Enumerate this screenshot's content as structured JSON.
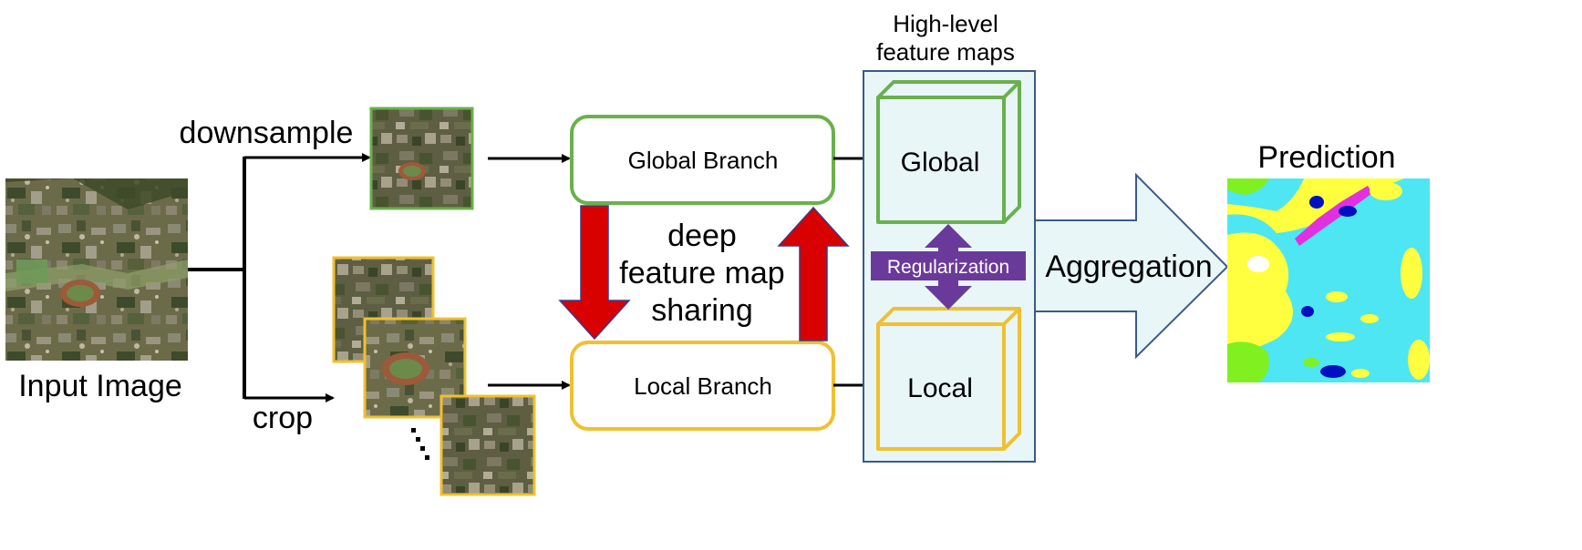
{
  "labels": {
    "downsample": "downsample",
    "crop": "crop",
    "input_image": "Input Image",
    "global_branch": "Global Branch",
    "local_branch": "Local Branch",
    "sharing_line1": "deep",
    "sharing_line2": "feature map",
    "sharing_line3": "sharing",
    "high_level_line1": "High-level",
    "high_level_line2": "feature maps",
    "global": "Global",
    "local": "Local",
    "regularization": "Regularization",
    "aggregation": "Aggregation",
    "prediction": "Prediction"
  },
  "colors": {
    "global_green": "#6ab04c",
    "local_yellow": "#f0c030",
    "red_arrow": "#d90000",
    "purple": "#6a3a9a",
    "feature_panel_bg": "#e8f6f8",
    "feature_panel_border": "#3a5a8a",
    "aggregation_fill": "#e8f6f8",
    "prediction_cyan": "#4ee6f2",
    "prediction_yellow": "#ffff40",
    "prediction_green": "#80f020",
    "prediction_blue": "#0010c0",
    "prediction_magenta": "#e030e0"
  }
}
